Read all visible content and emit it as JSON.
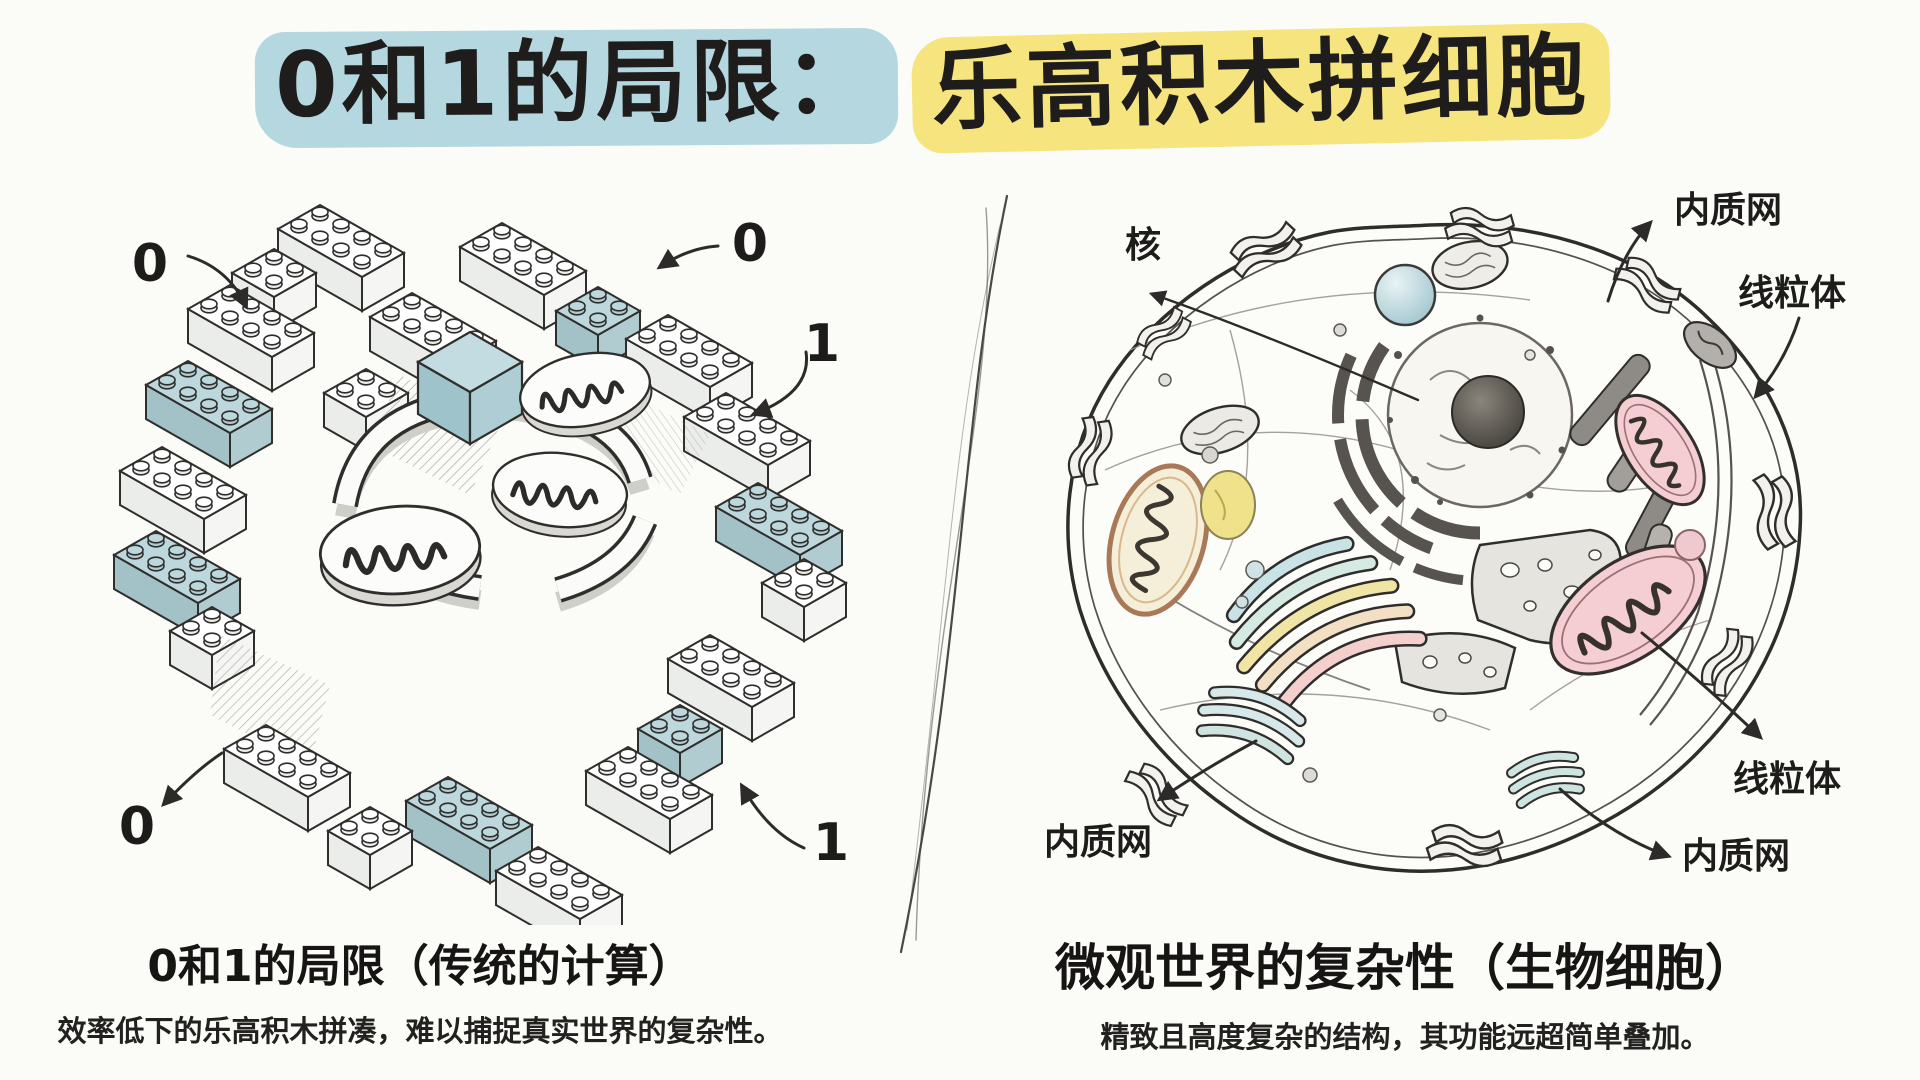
{
  "title": {
    "part1": "0和1的局限：",
    "part2": "乐高积木拼细胞"
  },
  "left_panel": {
    "caption_title": "0和1的局限（传统的计算）",
    "caption_subtitle": "效率低下的乐高积木拼凑，难以捕捉真实世界的复杂性。",
    "labels": {
      "zero_top_left": "0",
      "zero_top_right": "0",
      "one_right": "1",
      "zero_bottom_left": "0",
      "one_bottom_right": "1"
    }
  },
  "right_panel": {
    "caption_title": "微观世界的复杂性（生物细胞）",
    "caption_subtitle": "精致且高度复杂的结构，其功能远超简单叠加。",
    "labels": {
      "nucleus": "核",
      "er_top_right": "内质网",
      "mitochondria_top_right": "线粒体",
      "mitochondria_bottom_right": "线粒体",
      "er_bottom_right": "内质网",
      "er_bottom_left": "内质网"
    }
  },
  "colors": {
    "background": "#fbfbf8",
    "ink": "#2d2b29",
    "title_highlight_blue": "#b5d8e0",
    "title_highlight_yellow": "#f6e47e",
    "lego_blue": "#bcd8dc",
    "mitochondria_pink": "#f3cdd2",
    "mitochondria_brown_rim": "#a97856",
    "organelle_yellow": "#efe28a",
    "vesicle_blue": "#b9d8de",
    "golgi_teal": "#cfe6e2",
    "golgi_yellow": "#f1e5a6"
  }
}
